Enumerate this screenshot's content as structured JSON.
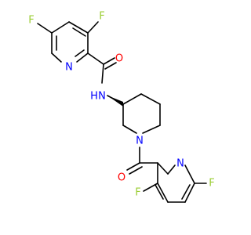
{
  "structure": {
    "atom_labels": {
      "f_top_left": "F",
      "f_top_right": "F",
      "n_pyridine_top": "N",
      "o_amide_top": "O",
      "nh_amide": "N",
      "h_amide": "H",
      "n_piperidine": "N",
      "o_amide_bottom": "O",
      "n_pyridine_bottom": "N",
      "f_bottom_left": "F",
      "f_bottom_right": "F"
    },
    "colors": {
      "fluorine": "#9acd32",
      "nitrogen": "#0000ff",
      "oxygen": "#ff0000",
      "bond": "#000000"
    }
  }
}
